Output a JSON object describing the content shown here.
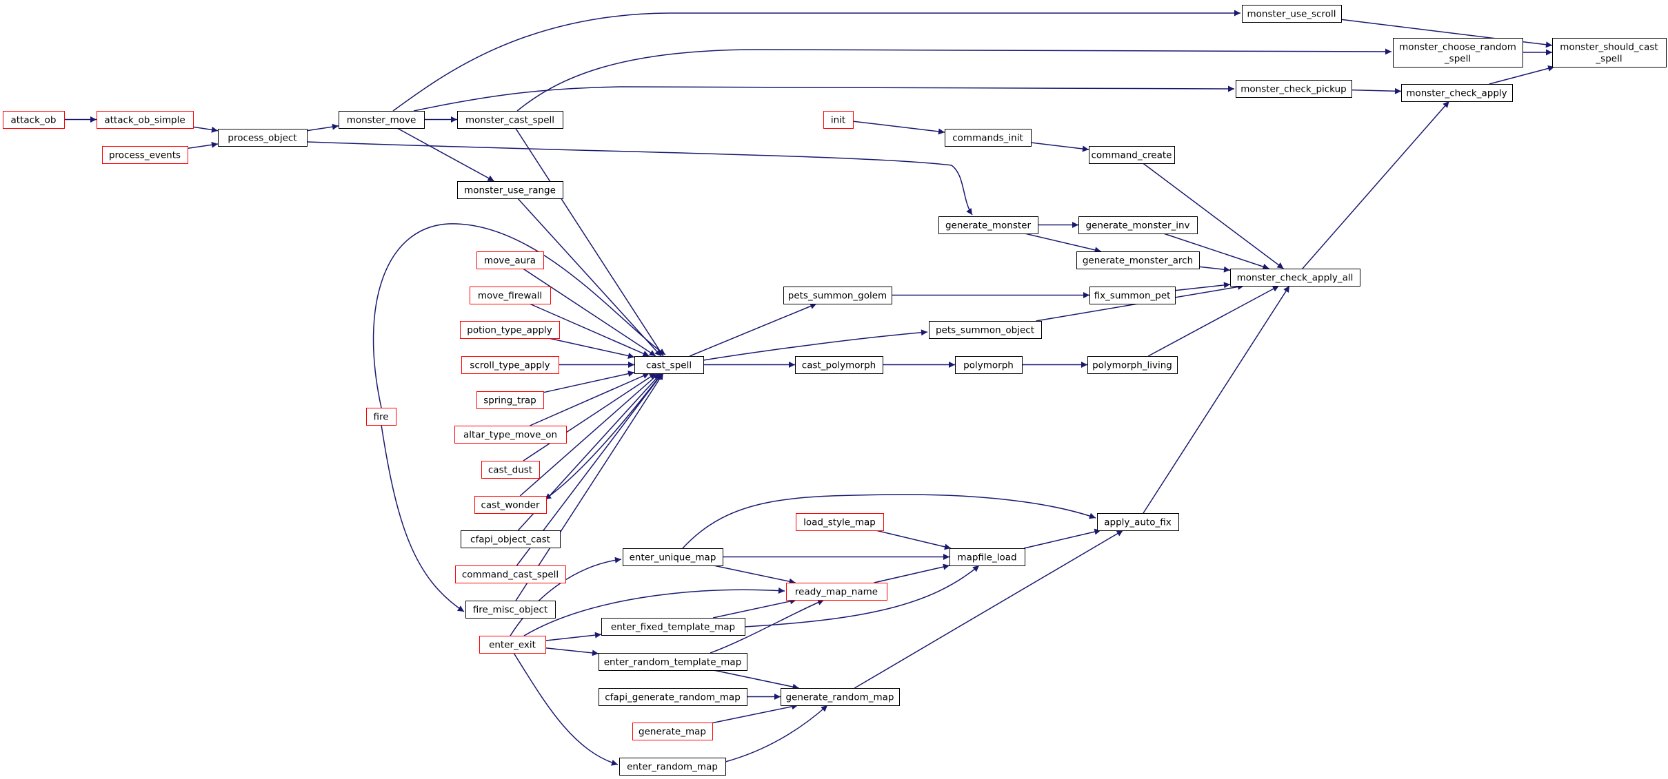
{
  "graph": {
    "title": "",
    "colors": {
      "edge": "#191970",
      "node_border_normal": "#000000",
      "node_border_truncated": "#ff0000",
      "root_fill": "#bfbfbf"
    },
    "nodes": [
      {
        "id": "monster_should_cast_spell",
        "lines": [
          "monster_should_cast",
          "_spell"
        ],
        "kind": "root"
      },
      {
        "id": "monster_use_scroll",
        "lines": [
          "monster_use_scroll"
        ],
        "kind": "normal"
      },
      {
        "id": "monster_choose_random_spell",
        "lines": [
          "monster_choose_random",
          "_spell"
        ],
        "kind": "normal"
      },
      {
        "id": "monster_check_apply",
        "lines": [
          "monster_check_apply"
        ],
        "kind": "normal"
      },
      {
        "id": "monster_check_pickup",
        "lines": [
          "monster_check_pickup"
        ],
        "kind": "normal"
      },
      {
        "id": "monster_check_apply_all",
        "lines": [
          "monster_check_apply_all"
        ],
        "kind": "normal"
      },
      {
        "id": "monster_move",
        "lines": [
          "monster_move"
        ],
        "kind": "normal"
      },
      {
        "id": "monster_cast_spell",
        "lines": [
          "monster_cast_spell"
        ],
        "kind": "normal"
      },
      {
        "id": "process_object",
        "lines": [
          "process_object"
        ],
        "kind": "normal"
      },
      {
        "id": "attack_ob_simple",
        "lines": [
          "attack_ob_simple"
        ],
        "kind": "truncated"
      },
      {
        "id": "attack_ob",
        "lines": [
          "attack_ob"
        ],
        "kind": "truncated"
      },
      {
        "id": "process_events",
        "lines": [
          "process_events"
        ],
        "kind": "truncated"
      },
      {
        "id": "init",
        "lines": [
          "init"
        ],
        "kind": "truncated"
      },
      {
        "id": "commands_init",
        "lines": [
          "commands_init"
        ],
        "kind": "normal"
      },
      {
        "id": "command_create",
        "lines": [
          "command_create"
        ],
        "kind": "normal"
      },
      {
        "id": "monster_use_range",
        "lines": [
          "monster_use_range"
        ],
        "kind": "normal"
      },
      {
        "id": "generate_monster",
        "lines": [
          "generate_monster"
        ],
        "kind": "normal"
      },
      {
        "id": "generate_monster_inv",
        "lines": [
          "generate_monster_inv"
        ],
        "kind": "normal"
      },
      {
        "id": "generate_monster_arch",
        "lines": [
          "generate_monster_arch"
        ],
        "kind": "normal"
      },
      {
        "id": "pets_summon_golem",
        "lines": [
          "pets_summon_golem"
        ],
        "kind": "normal"
      },
      {
        "id": "fix_summon_pet",
        "lines": [
          "fix_summon_pet"
        ],
        "kind": "normal"
      },
      {
        "id": "pets_summon_object",
        "lines": [
          "pets_summon_object"
        ],
        "kind": "normal"
      },
      {
        "id": "cast_spell",
        "lines": [
          "cast_spell"
        ],
        "kind": "normal"
      },
      {
        "id": "cast_polymorph",
        "lines": [
          "cast_polymorph"
        ],
        "kind": "normal"
      },
      {
        "id": "polymorph",
        "lines": [
          "polymorph"
        ],
        "kind": "normal"
      },
      {
        "id": "polymorph_living",
        "lines": [
          "polymorph_living"
        ],
        "kind": "normal"
      },
      {
        "id": "move_aura",
        "lines": [
          "move_aura"
        ],
        "kind": "truncated"
      },
      {
        "id": "move_firewall",
        "lines": [
          "move_firewall"
        ],
        "kind": "truncated"
      },
      {
        "id": "potion_type_apply",
        "lines": [
          "potion_type_apply"
        ],
        "kind": "truncated"
      },
      {
        "id": "scroll_type_apply",
        "lines": [
          "scroll_type_apply"
        ],
        "kind": "truncated"
      },
      {
        "id": "spring_trap",
        "lines": [
          "spring_trap"
        ],
        "kind": "truncated"
      },
      {
        "id": "altar_type_move_on",
        "lines": [
          "altar_type_move_on"
        ],
        "kind": "truncated"
      },
      {
        "id": "cast_dust",
        "lines": [
          "cast_dust"
        ],
        "kind": "truncated"
      },
      {
        "id": "cast_wonder",
        "lines": [
          "cast_wonder"
        ],
        "kind": "truncated"
      },
      {
        "id": "cfapi_object_cast",
        "lines": [
          "cfapi_object_cast"
        ],
        "kind": "normal"
      },
      {
        "id": "command_cast_spell",
        "lines": [
          "command_cast_spell"
        ],
        "kind": "truncated"
      },
      {
        "id": "fire_misc_object",
        "lines": [
          "fire_misc_object"
        ],
        "kind": "normal"
      },
      {
        "id": "fire",
        "lines": [
          "fire"
        ],
        "kind": "truncated"
      },
      {
        "id": "apply_auto_fix",
        "lines": [
          "apply_auto_fix"
        ],
        "kind": "normal"
      },
      {
        "id": "load_style_map",
        "lines": [
          "load_style_map"
        ],
        "kind": "truncated"
      },
      {
        "id": "mapfile_load",
        "lines": [
          "mapfile_load"
        ],
        "kind": "normal"
      },
      {
        "id": "enter_unique_map",
        "lines": [
          "enter_unique_map"
        ],
        "kind": "normal"
      },
      {
        "id": "ready_map_name",
        "lines": [
          "ready_map_name"
        ],
        "kind": "truncated"
      },
      {
        "id": "enter_fixed_template_map",
        "lines": [
          "enter_fixed_template_map"
        ],
        "kind": "normal"
      },
      {
        "id": "enter_exit",
        "lines": [
          "enter_exit"
        ],
        "kind": "truncated"
      },
      {
        "id": "enter_random_template_map",
        "lines": [
          "enter_random_template_map"
        ],
        "kind": "normal"
      },
      {
        "id": "cfapi_generate_random_map",
        "lines": [
          "cfapi_generate_random_map"
        ],
        "kind": "normal"
      },
      {
        "id": "generate_random_map",
        "lines": [
          "generate_random_map"
        ],
        "kind": "normal"
      },
      {
        "id": "generate_map",
        "lines": [
          "generate_map"
        ],
        "kind": "truncated"
      },
      {
        "id": "enter_random_map",
        "lines": [
          "enter_random_map"
        ],
        "kind": "normal"
      }
    ],
    "edges": [
      {
        "from": "monster_use_scroll",
        "to": "monster_should_cast_spell"
      },
      {
        "from": "monster_choose_random_spell",
        "to": "monster_should_cast_spell"
      },
      {
        "from": "monster_check_apply",
        "to": "monster_should_cast_spell"
      },
      {
        "from": "monster_move",
        "to": "monster_use_scroll"
      },
      {
        "from": "monster_cast_spell",
        "to": "monster_choose_random_spell"
      },
      {
        "from": "monster_move",
        "to": "monster_check_pickup"
      },
      {
        "from": "monster_check_pickup",
        "to": "monster_check_apply"
      },
      {
        "from": "monster_check_apply_all",
        "to": "monster_check_apply"
      },
      {
        "from": "process_object",
        "to": "monster_move"
      },
      {
        "from": "monster_move",
        "to": "monster_cast_spell"
      },
      {
        "from": "attack_ob_simple",
        "to": "process_object"
      },
      {
        "from": "attack_ob",
        "to": "attack_ob_simple"
      },
      {
        "from": "process_events",
        "to": "process_object"
      },
      {
        "from": "monster_move",
        "to": "monster_use_range"
      },
      {
        "from": "process_object",
        "to": "generate_monster"
      },
      {
        "from": "init",
        "to": "commands_init"
      },
      {
        "from": "commands_init",
        "to": "command_create"
      },
      {
        "from": "command_create",
        "to": "monster_check_apply_all"
      },
      {
        "from": "generate_monster",
        "to": "generate_monster_inv"
      },
      {
        "from": "generate_monster",
        "to": "generate_monster_arch"
      },
      {
        "from": "generate_monster_inv",
        "to": "monster_check_apply_all"
      },
      {
        "from": "generate_monster_arch",
        "to": "monster_check_apply_all"
      },
      {
        "from": "fix_summon_pet",
        "to": "monster_check_apply_all"
      },
      {
        "from": "pets_summon_object",
        "to": "monster_check_apply_all"
      },
      {
        "from": "polymorph_living",
        "to": "monster_check_apply_all"
      },
      {
        "from": "apply_auto_fix",
        "to": "monster_check_apply_all"
      },
      {
        "from": "pets_summon_golem",
        "to": "fix_summon_pet"
      },
      {
        "from": "cast_spell",
        "to": "pets_summon_golem"
      },
      {
        "from": "cast_spell",
        "to": "pets_summon_object"
      },
      {
        "from": "cast_spell",
        "to": "cast_polymorph"
      },
      {
        "from": "cast_polymorph",
        "to": "polymorph"
      },
      {
        "from": "polymorph",
        "to": "polymorph_living"
      },
      {
        "from": "monster_cast_spell",
        "to": "cast_spell"
      },
      {
        "from": "monster_use_range",
        "to": "cast_spell"
      },
      {
        "from": "move_aura",
        "to": "cast_spell"
      },
      {
        "from": "move_firewall",
        "to": "cast_spell"
      },
      {
        "from": "potion_type_apply",
        "to": "cast_spell"
      },
      {
        "from": "scroll_type_apply",
        "to": "cast_spell"
      },
      {
        "from": "spring_trap",
        "to": "cast_spell"
      },
      {
        "from": "altar_type_move_on",
        "to": "cast_spell"
      },
      {
        "from": "cast_dust",
        "to": "cast_spell"
      },
      {
        "from": "cast_wonder",
        "to": "cast_spell"
      },
      {
        "from": "cfapi_object_cast",
        "to": "cast_spell"
      },
      {
        "from": "command_cast_spell",
        "to": "cast_spell"
      },
      {
        "from": "fire_misc_object",
        "to": "cast_spell"
      },
      {
        "from": "fire",
        "to": "cast_spell"
      },
      {
        "from": "cast_spell",
        "to": "cast_wonder"
      },
      {
        "from": "fire",
        "to": "fire_misc_object"
      },
      {
        "from": "mapfile_load",
        "to": "apply_auto_fix"
      },
      {
        "from": "enter_unique_map",
        "to": "apply_auto_fix"
      },
      {
        "from": "generate_random_map",
        "to": "apply_auto_fix"
      },
      {
        "from": "load_style_map",
        "to": "mapfile_load"
      },
      {
        "from": "enter_unique_map",
        "to": "mapfile_load"
      },
      {
        "from": "ready_map_name",
        "to": "mapfile_load"
      },
      {
        "from": "enter_fixed_template_map",
        "to": "mapfile_load"
      },
      {
        "from": "enter_unique_map",
        "to": "ready_map_name"
      },
      {
        "from": "enter_exit",
        "to": "ready_map_name"
      },
      {
        "from": "enter_fixed_template_map",
        "to": "ready_map_name"
      },
      {
        "from": "enter_random_template_map",
        "to": "ready_map_name"
      },
      {
        "from": "enter_exit",
        "to": "enter_unique_map"
      },
      {
        "from": "enter_exit",
        "to": "enter_fixed_template_map"
      },
      {
        "from": "enter_exit",
        "to": "enter_random_template_map"
      },
      {
        "from": "enter_exit",
        "to": "enter_random_map"
      },
      {
        "from": "enter_random_template_map",
        "to": "generate_random_map"
      },
      {
        "from": "cfapi_generate_random_map",
        "to": "generate_random_map"
      },
      {
        "from": "generate_map",
        "to": "generate_random_map"
      },
      {
        "from": "enter_random_map",
        "to": "generate_random_map"
      }
    ]
  }
}
